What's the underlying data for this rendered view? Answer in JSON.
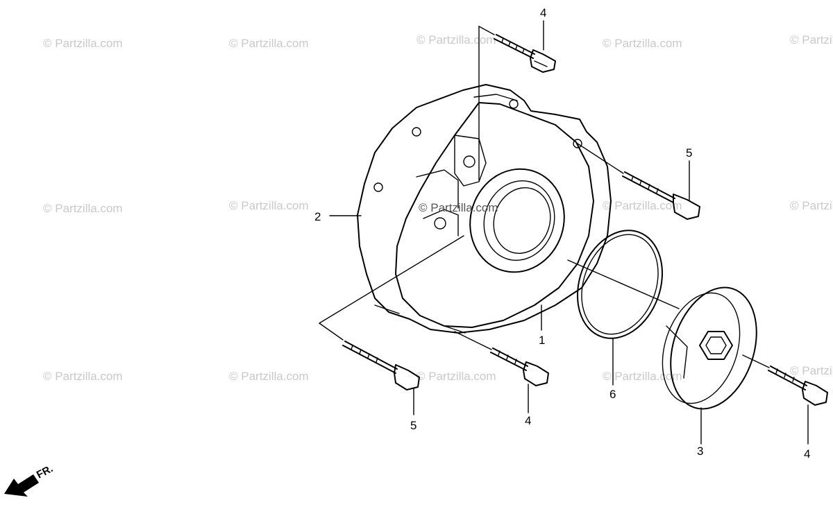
{
  "watermark": {
    "text": "© Partzilla.com",
    "center_text": "© Partzilla.com",
    "color": "#c9c9c9"
  },
  "direction_label": "FR.",
  "callouts": {
    "c1": "1",
    "c2": "2",
    "c3": "3",
    "c4_top": "4",
    "c5_right": "5",
    "c5_bottom": "5",
    "c4_bottom": "4",
    "c6": "6",
    "c4_right": "4"
  },
  "colors": {
    "line": "#000000",
    "background": "#ffffff"
  }
}
